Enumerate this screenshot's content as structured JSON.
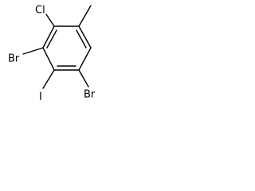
{
  "molecule": {
    "atoms": {
      "cl": "Cl",
      "br_left": "Br",
      "i": "I",
      "br_right": "Br"
    }
  }
}
